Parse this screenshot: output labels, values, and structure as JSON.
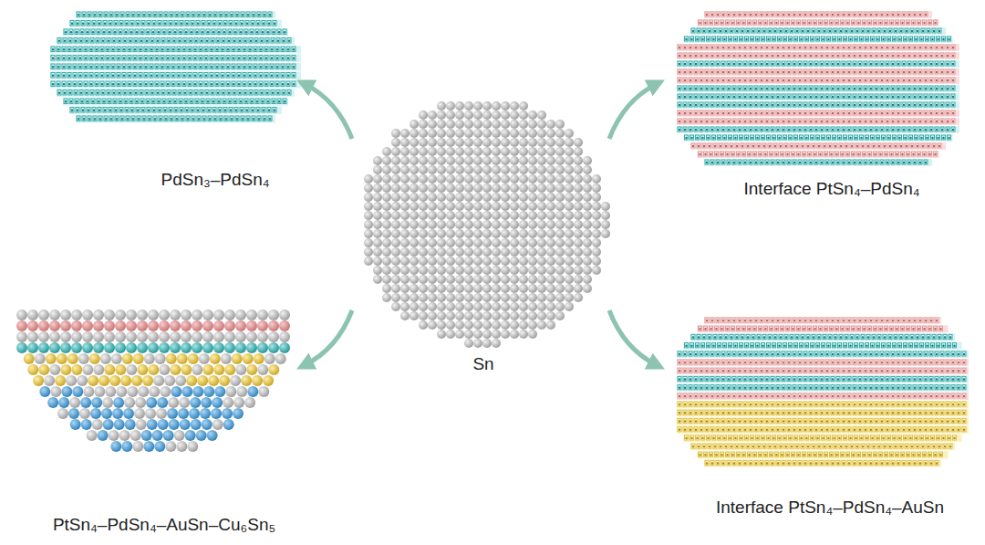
{
  "diagram": {
    "labels": [
      "PdSn₃–PdSn₄",
      "Interface PtSn₄–PdSn₄",
      "Sn",
      "PtSn₄–PdSn₄–AuSn–Cu₆Sn₅",
      "Interface PtSn₄–PdSn₄–AuSn"
    ]
  }
}
